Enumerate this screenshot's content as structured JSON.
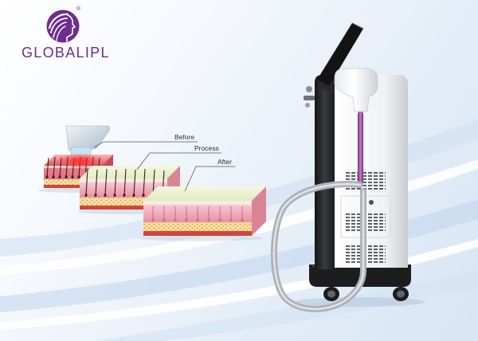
{
  "logo": {
    "wordmark": "GLOBALIPL",
    "registered_mark": "®",
    "emblem_icon": "woman-profile-icon"
  },
  "diagram": {
    "labels": {
      "before": "Before",
      "process": "Process",
      "after": "After"
    }
  },
  "product": {
    "device_icon": "diode-laser-machine-icon",
    "applicator_icon": "laser-handpiece-icon"
  },
  "colors": {
    "brand_purple": "#6e2d8f",
    "label_text": "#2e2e2e",
    "leader_line": "#555555",
    "machine_body": "#f3f4f6",
    "machine_panel": "#1d1d20",
    "handpiece_cord": "#a4559f",
    "cable_hose": "#aeb2b8",
    "laser_glow": "#ff2a2a"
  }
}
